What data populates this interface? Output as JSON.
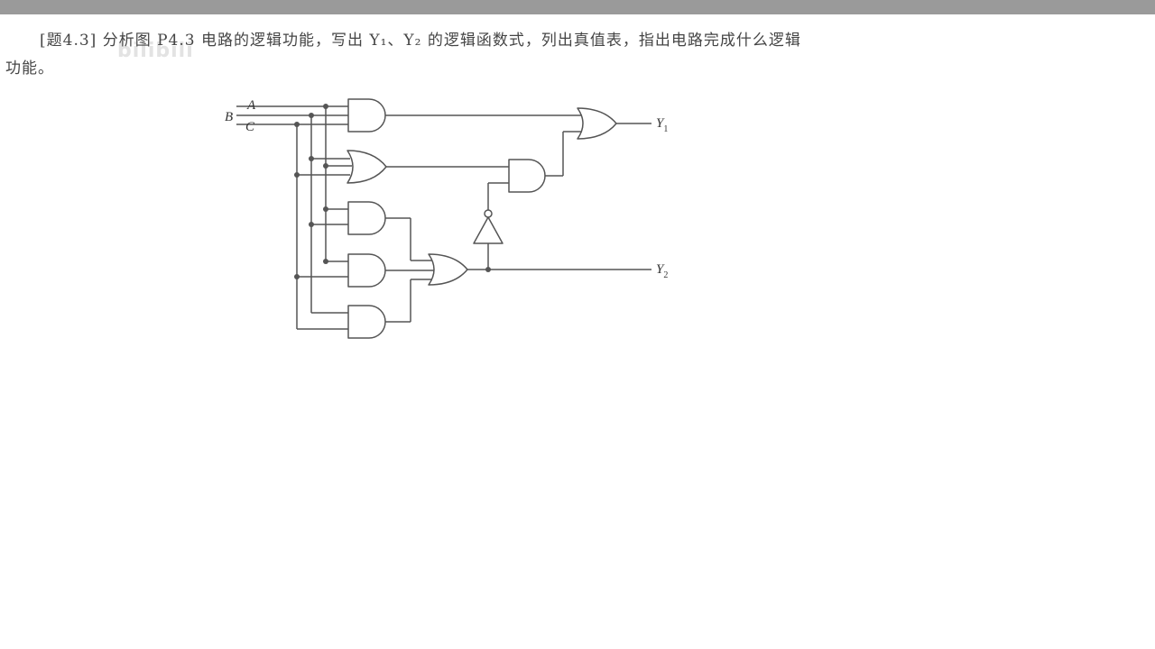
{
  "problem": {
    "line1": "[题4.3]  分析图 P4.3 电路的逻辑功能，写出 Y₁、Y₂ 的逻辑函数式，列出真值表，指出电路完成什么逻辑",
    "line2": "功能。"
  },
  "watermark": "bilibili",
  "circuit": {
    "inputs": {
      "a": "A",
      "b": "B",
      "c": "C"
    },
    "outputs": {
      "y1": "Y",
      "y1_sub": "1",
      "y2": "Y",
      "y2_sub": "2"
    },
    "colors": {
      "wire": "#555555",
      "background": "#ffffff",
      "topbar": "#9a9a9a"
    }
  }
}
